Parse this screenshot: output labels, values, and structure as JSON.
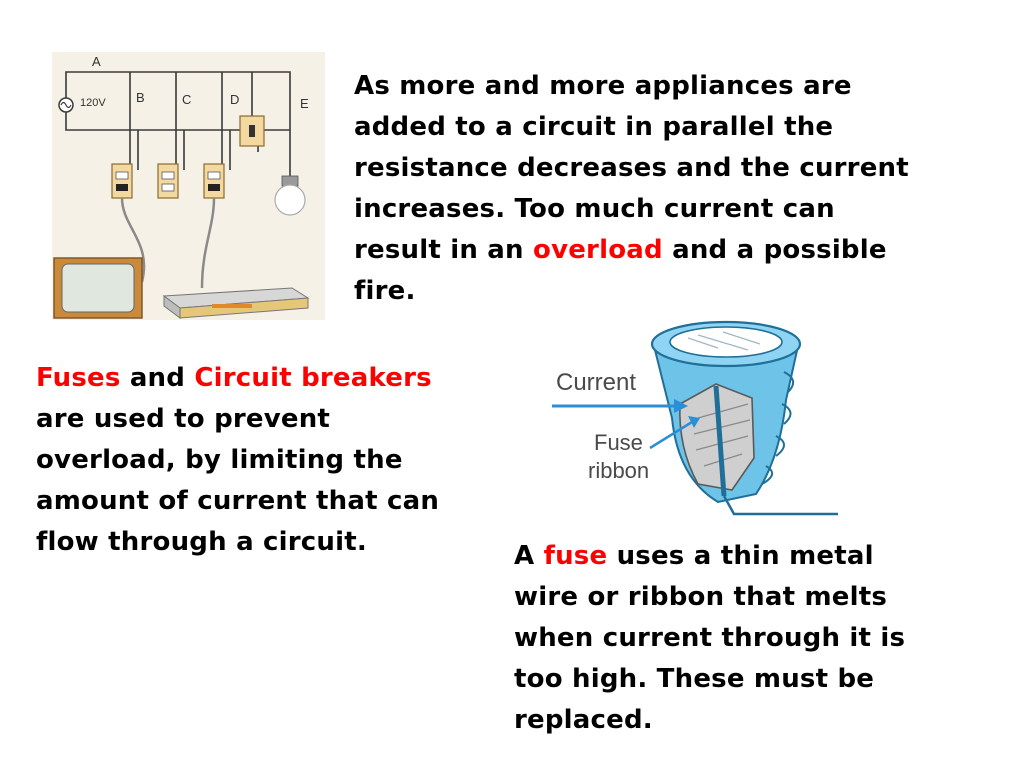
{
  "top_paragraph": {
    "line1": "As more and more appliances are",
    "line2": "added to a circuit in parallel the",
    "line3": "resistance decreases and the current",
    "line4": "increases.  Too much current can",
    "line5_pre": "result in an ",
    "line5_highlight": "overload",
    "line5_post": " and a possible",
    "line6": "fire."
  },
  "left_paragraph": {
    "fuses": "Fuses",
    "and": " and ",
    "breakers": "Circuit breakers",
    "line2": "are used to prevent",
    "line3": "overload, by limiting the",
    "line4": "amount of current that can",
    "line5": "flow through a circuit."
  },
  "right_paragraph": {
    "pre": "A ",
    "fuse": "fuse",
    "post": " uses a thin metal",
    "line2": "wire or ribbon that melts",
    "line3": "when current through it is",
    "line4": "too high.  These must be",
    "line5": "replaced."
  },
  "circuit_figure": {
    "label_a": "A",
    "label_voltage": "120V",
    "label_b": "B",
    "label_c": "C",
    "label_d": "D",
    "label_e": "E"
  },
  "fuse_figure": {
    "label_current": "Current",
    "label_fuse_line1": "Fuse",
    "label_fuse_line2": "ribbon"
  },
  "colors": {
    "highlight": "#ff0000",
    "figure_background": "#f6f1e6",
    "fuse_blue": "#6ec3e8",
    "arrow_blue": "#2a8fd6"
  }
}
